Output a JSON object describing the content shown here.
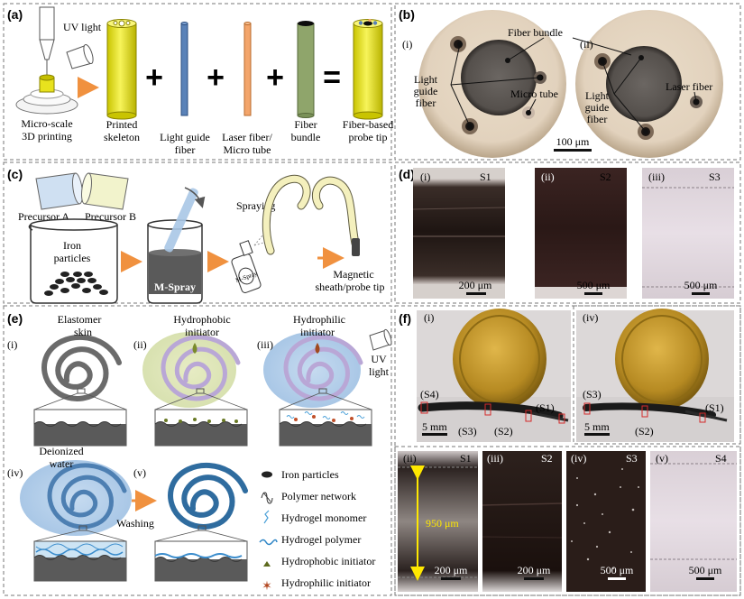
{
  "panel_a": {
    "letter": "(a)",
    "uv_light": "UV light",
    "printer_label": [
      "Micro-scale",
      "3D printing"
    ],
    "skeleton_label": [
      "Printed",
      "skeleton"
    ],
    "guide_label": [
      "Light guide",
      "fiber"
    ],
    "laser_label": [
      "Laser fiber/",
      "Micro tube"
    ],
    "bundle_label": [
      "Fiber",
      "bundle"
    ],
    "tip_label": [
      "Fiber-based",
      "probe tip"
    ],
    "ops": [
      "+",
      "+",
      "+",
      "="
    ],
    "colors": {
      "skeleton": "#f2f034",
      "guide": "#5a82b8",
      "laser": "#f3a56b",
      "bundle": "#8fa56b"
    }
  },
  "panel_b": {
    "letter": "(b)",
    "sub_i": "(i)",
    "sub_ii": "(ii)",
    "fiber_bundle": "Fiber bundle",
    "light_guide": [
      "Light",
      "guide",
      "fiber"
    ],
    "micro_tube": "Micro tube",
    "light_guide_2": [
      "Light",
      "guide",
      "fiber"
    ],
    "laser_fiber": "Laser fiber",
    "scale": "100 μm"
  },
  "panel_c": {
    "letter": "(c)",
    "precursor_a": "Precursor A",
    "precursor_b": "Precursor B",
    "iron": [
      "Iron",
      "particles"
    ],
    "mspray": "M-Spray",
    "can_label": "M-Spray",
    "spraying": "Spraying",
    "sheath": [
      "Magnetic",
      "sheath/probe tip"
    ]
  },
  "panel_d": {
    "letter": "(d)",
    "images": [
      {
        "sub": "(i)",
        "sample": "S1",
        "scale": "200 μm"
      },
      {
        "sub": "(ii)",
        "sample": "S2",
        "scale": "500 μm"
      },
      {
        "sub": "(iii)",
        "sample": "S3",
        "scale": "500 μm"
      }
    ]
  },
  "panel_e": {
    "letter": "(e)",
    "steps": [
      {
        "sub": "(i)",
        "label": [
          "Elastomer",
          "skin"
        ]
      },
      {
        "sub": "(ii)",
        "label": [
          "Hydrophobic",
          "initiator"
        ]
      },
      {
        "sub": "(iii)",
        "label": [
          "Hydrophilic",
          "initiator"
        ]
      },
      {
        "sub": "(iv)",
        "label": [
          "Deionized",
          "water"
        ]
      },
      {
        "sub": "(v)",
        "label": []
      }
    ],
    "uv_light": [
      "UV",
      "light"
    ],
    "washing": "Washing",
    "legend": [
      "Iron particles",
      "Polymer network",
      "Hydrogel monomer",
      "Hydrogel polymer",
      "Hydrophobic initiator",
      "Hydrophilic initiator"
    ]
  },
  "panel_f": {
    "letter": "(f)",
    "photo_i": {
      "sub": "(i)",
      "tags": [
        "(S4)",
        "(S3)",
        "(S2)",
        "(S1)"
      ],
      "scale": "5 mm"
    },
    "photo_iv": {
      "sub": "(iv)",
      "tags": [
        "(S3)",
        "(S2)",
        "(S1)"
      ],
      "scale": "5 mm"
    },
    "micro": [
      {
        "sub": "(ii)",
        "sample": "S1",
        "scale": "200 μm",
        "measure": "950 μm"
      },
      {
        "sub": "(iii)",
        "sample": "S2",
        "scale": "200 μm"
      },
      {
        "sub": "(iv)",
        "sample": "S3",
        "scale": "500 μm"
      },
      {
        "sub": "(v)",
        "sample": "S4",
        "scale": "500 μm"
      }
    ]
  }
}
